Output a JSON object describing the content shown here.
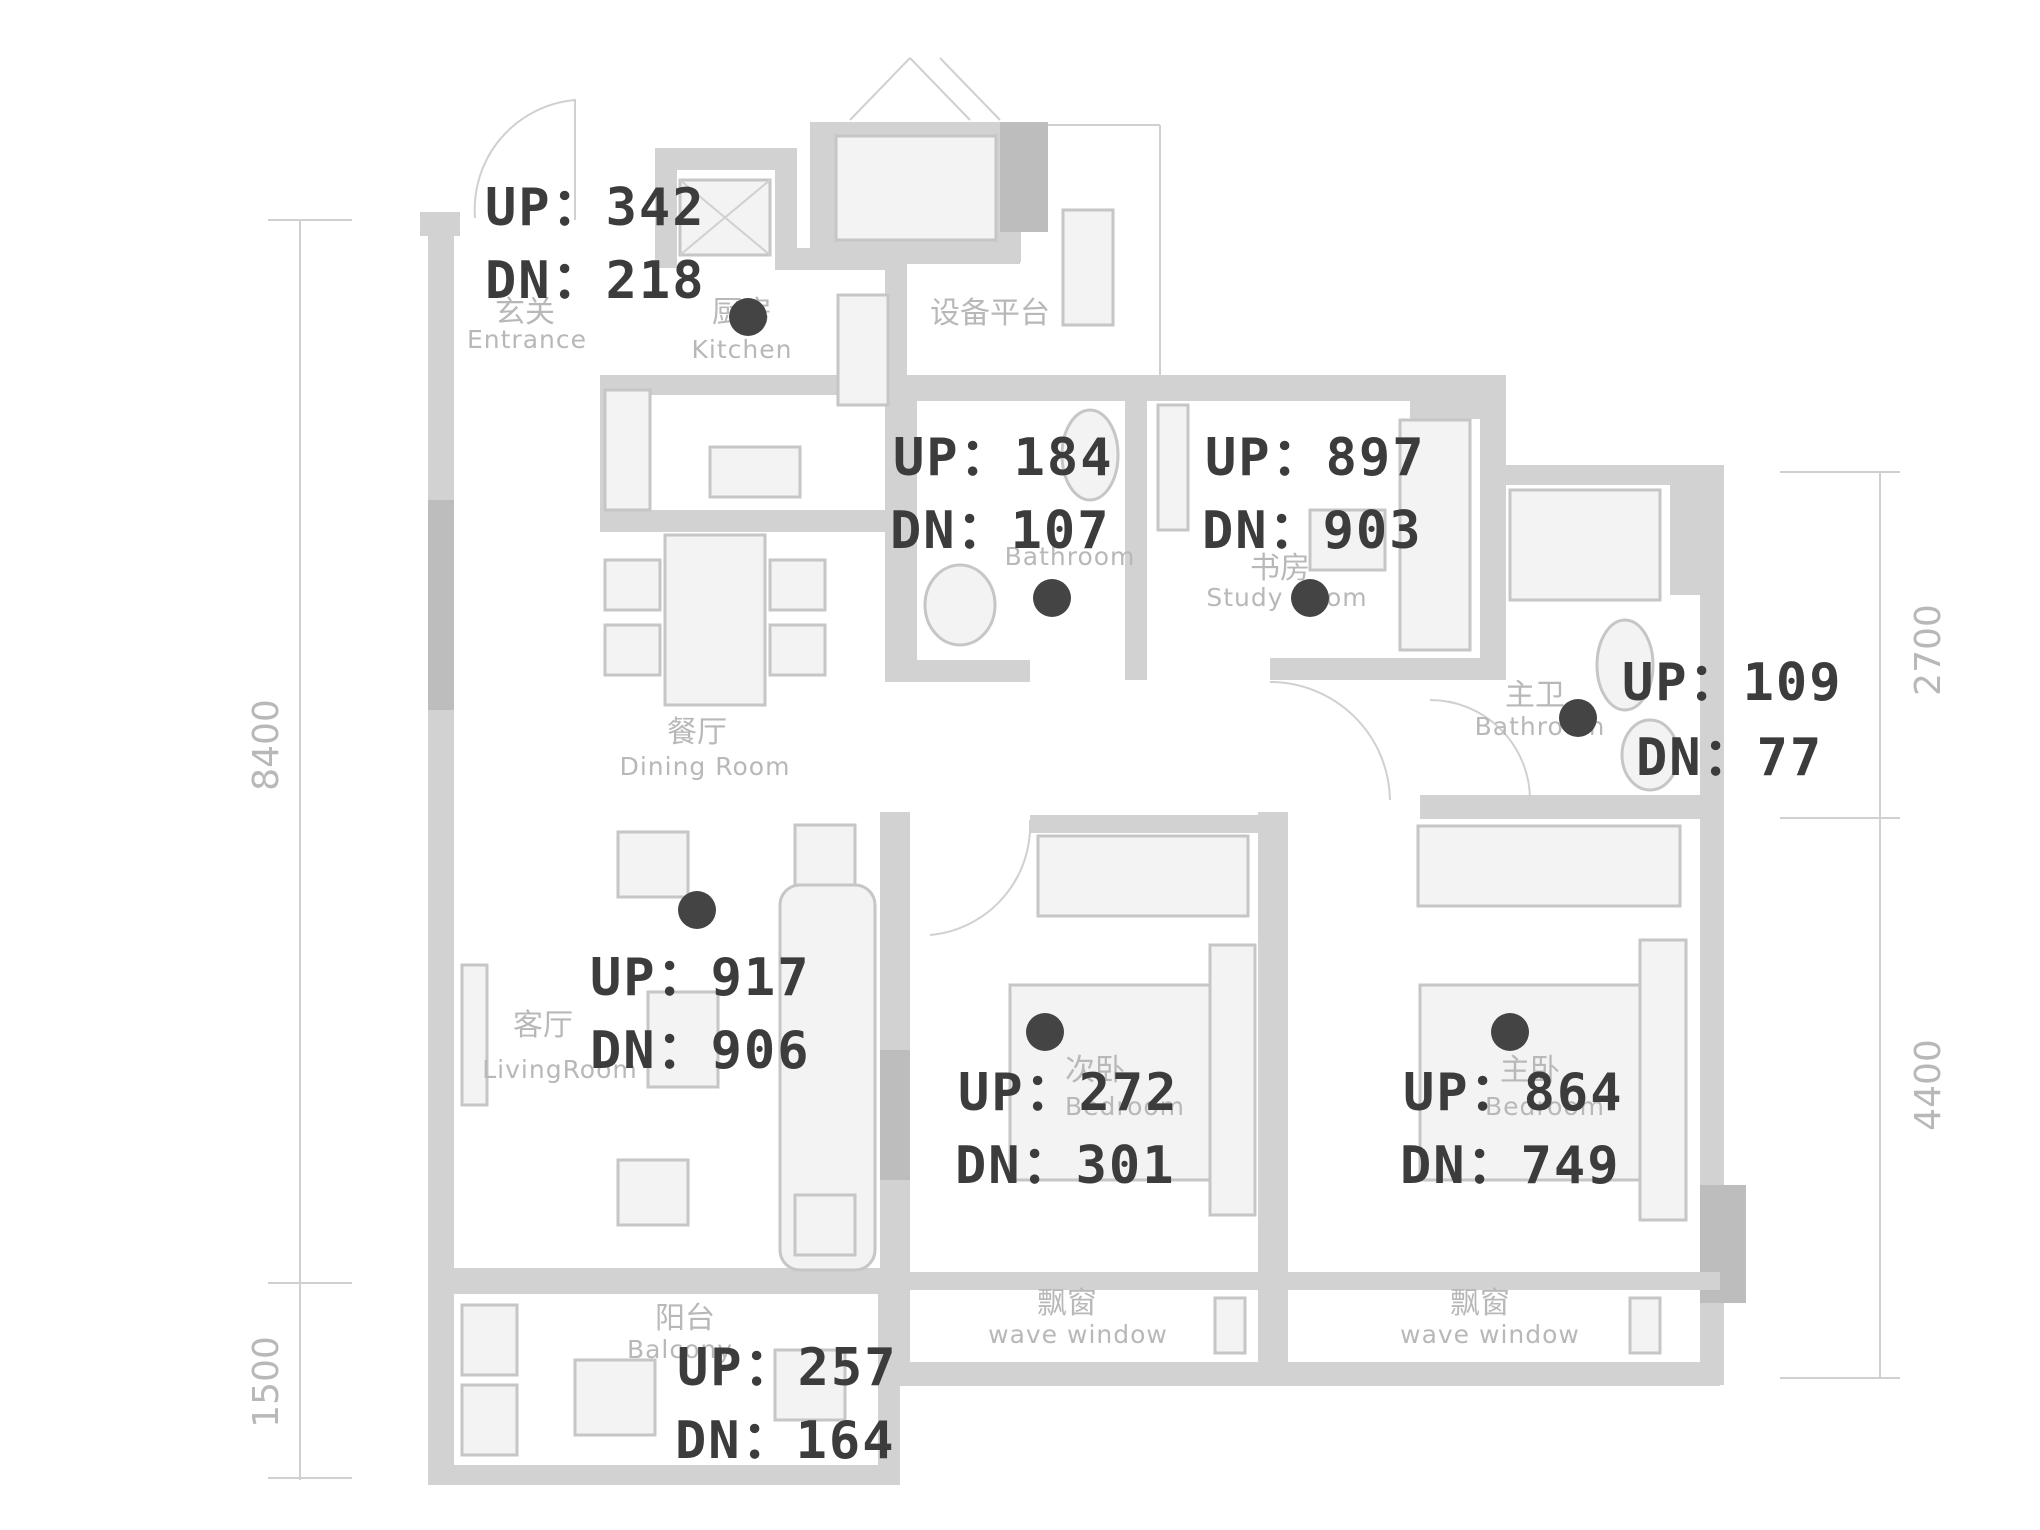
{
  "rooms": [
    {
      "id": "entrance",
      "cn": "玄关",
      "en": "Entrance"
    },
    {
      "id": "kitchen",
      "cn": "厨房",
      "en": "Kitchen"
    },
    {
      "id": "equipment",
      "cn": "设备平台",
      "en": ""
    },
    {
      "id": "bathroom",
      "cn": "",
      "en": "Bathroom"
    },
    {
      "id": "study",
      "cn": "书房",
      "en": "Study Room"
    },
    {
      "id": "master-bath",
      "cn": "主卫",
      "en": "Bathroom"
    },
    {
      "id": "dining",
      "cn": "餐厅",
      "en": "Dining Room"
    },
    {
      "id": "living",
      "cn": "客厅",
      "en": "LivingRoom"
    },
    {
      "id": "bedroom2",
      "cn": "次卧",
      "en": "Bedroom"
    },
    {
      "id": "master-bed",
      "cn": "主卧",
      "en": "Bedroom"
    },
    {
      "id": "balcony",
      "cn": "阳台",
      "en": "Balcony"
    },
    {
      "id": "bay1",
      "cn": "飘窗",
      "en": "wave window"
    },
    {
      "id": "bay2",
      "cn": "飘窗",
      "en": "wave window"
    }
  ],
  "dimensions": {
    "left_total": "8400",
    "left_bottom": "1500",
    "right_top": "2700",
    "right_bottom": "4400"
  },
  "sensors": [
    {
      "id": "kitchen",
      "up": "UP：342",
      "dn": "DN：218"
    },
    {
      "id": "bathroom",
      "up": "UP：184",
      "dn": "DN：107"
    },
    {
      "id": "study",
      "up": "UP：897",
      "dn": "DN：903"
    },
    {
      "id": "master-bath",
      "up": "UP：109",
      "dn": "DN：77"
    },
    {
      "id": "living",
      "up": "UP：917",
      "dn": "DN：906"
    },
    {
      "id": "bedroom2",
      "up": "UP：272",
      "dn": "DN：301"
    },
    {
      "id": "master-bed",
      "up": "UP：864",
      "dn": "DN：749"
    },
    {
      "id": "balcony",
      "up": "UP：257",
      "dn": "DN：164"
    }
  ]
}
